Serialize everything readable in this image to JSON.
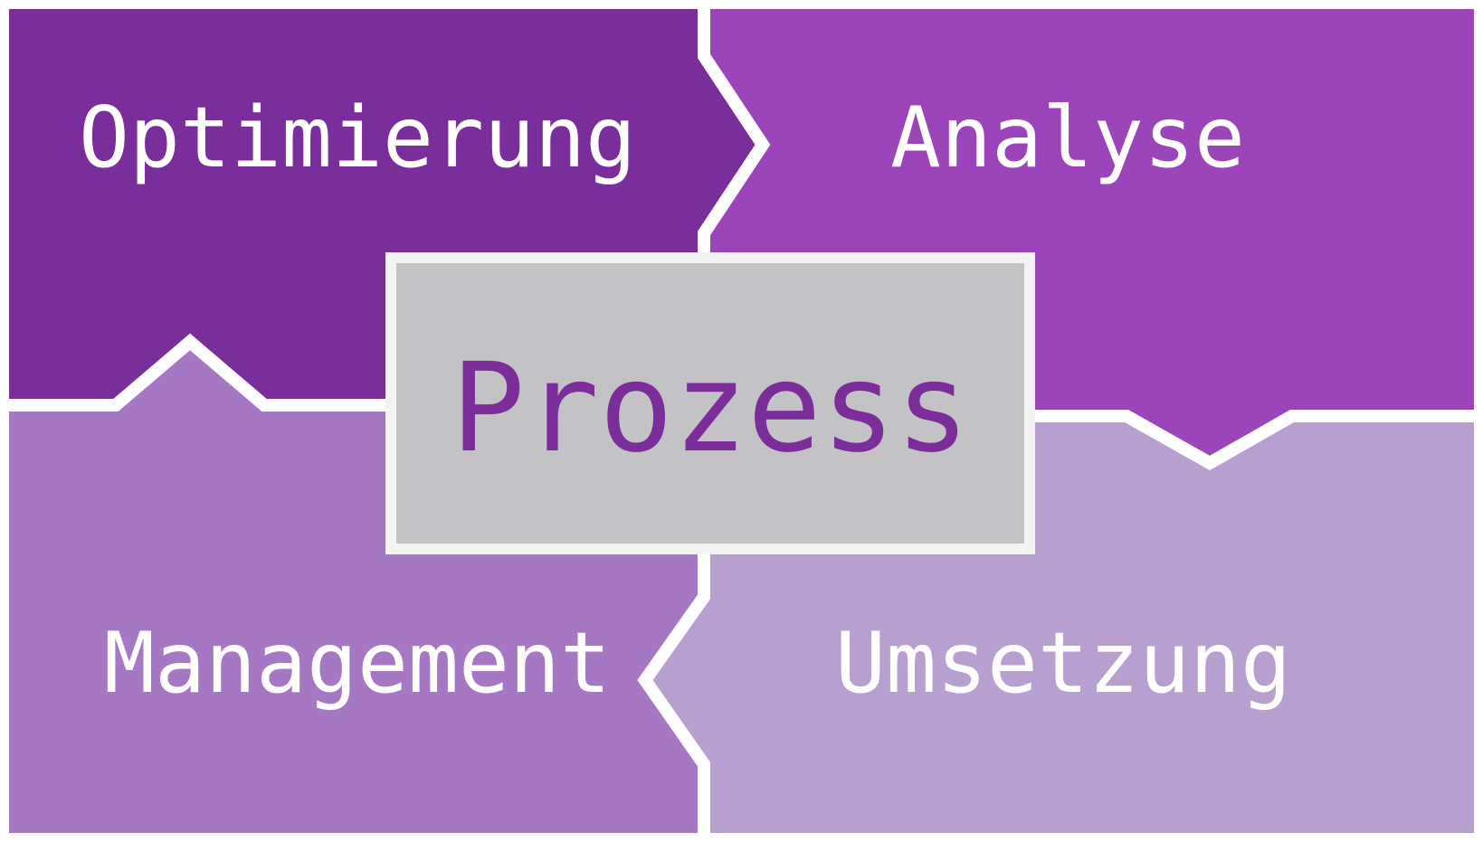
{
  "diagram": {
    "type": "process-cycle",
    "background": "#ffffff",
    "divider_color": "#ffffff",
    "center": {
      "label": "Prozess",
      "box_color": "#c3c2c4",
      "border_color": "#f4f3f4",
      "text_color": "#7b2d99"
    },
    "label_color": "#ffffff",
    "segments": [
      {
        "id": "optimierung",
        "label": "Optimierung",
        "color": "#7a2e9b",
        "position": "top-left",
        "arrow_to": "analyse",
        "arrow_direction": "right"
      },
      {
        "id": "analyse",
        "label": "Analyse",
        "color": "#9c44ba",
        "position": "top-right",
        "arrow_to": "umsetzung",
        "arrow_direction": "down"
      },
      {
        "id": "umsetzung",
        "label": "Umsetzung",
        "color": "#b7a0d0",
        "position": "bottom-right",
        "arrow_to": "management",
        "arrow_direction": "left"
      },
      {
        "id": "management",
        "label": "Management",
        "color": "#a678c4",
        "position": "bottom-left",
        "arrow_to": "optimierung",
        "arrow_direction": "up"
      }
    ],
    "flow_cycle": [
      "Optimierung",
      "Analyse",
      "Umsetzung",
      "Management"
    ]
  }
}
